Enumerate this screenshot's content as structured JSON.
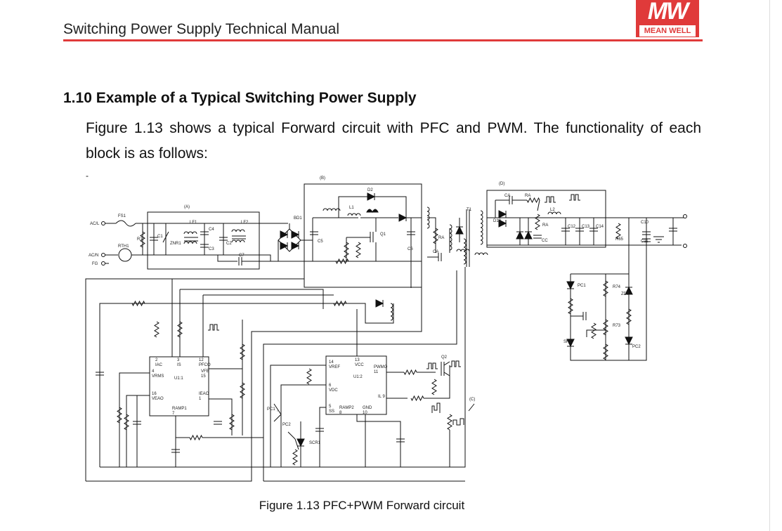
{
  "header": {
    "title": "Switching Power Supply Technical Manual",
    "logo_text": "MW",
    "logo_name": "MEAN WELL",
    "brand_color": "#e03a3a"
  },
  "section": {
    "heading": "1.10 Example of a Typical Switching Power Supply",
    "paragraph": "Figure 1.13 shows a typical Forward circuit with PFC and PWM. The functionality of each block is as follows:",
    "dash": "-"
  },
  "figure": {
    "caption": "Figure 1.13 PFC+PWM Forward circuit",
    "labels": {
      "acl": "AC/L",
      "acn": "AC/N",
      "fg": "FG",
      "fs1": "FS1",
      "rth1": "RTH1",
      "r1": "R1",
      "c1": "C1",
      "znr1": "ZNR1",
      "lf1": "LF1",
      "c4": "C4",
      "c3": "C3",
      "c2": "C2",
      "lf2": "LF2",
      "c7": "C7",
      "bd1": "BD1",
      "c5": "C5",
      "blockA": "(A)",
      "blockB": "(B)",
      "blockC": "(C)",
      "blockD": "(D)",
      "l1": "L1",
      "d2": "D2",
      "q1": "Q1",
      "c6": "C6",
      "ra1": "RA",
      "ca1": "CA",
      "t1": "T1",
      "ca2": "CA",
      "ra2": "RA",
      "d10": "D10",
      "l2": "L2",
      "ra3": "RA",
      "cc": "CC",
      "c12": "C12",
      "c13": "C13",
      "c14": "C14",
      "r65": "R65",
      "c10": "C10",
      "c11": "C11",
      "pc1a": "PC1",
      "r74": "R74",
      "zd7": "ZD7",
      "r73": "R73",
      "sr1": "SR1",
      "pc2a": "PC2",
      "u11": "U1:1",
      "iac": "2\nIAC",
      "is": "3\nIS",
      "pfco": "12\nPFCO",
      "vrms": "4\nVRMS",
      "vfb": "VFB\n15",
      "veao": "16\nVEAO",
      "ieao": "IEAO\n1",
      "ramp1": "RAMP1\n7",
      "u12": "U1:2",
      "vref": "14\nVREF",
      "vcc": "13\nVCC",
      "pwmo": "PWMO\n11",
      "vdc": "6\nVDC",
      "il": "IL 9",
      "ss": "5\nSS",
      "ramp2": "RAMP2\n8",
      "gnd": "GND\n10",
      "pc1b": "PC1",
      "pc2b": "PC2",
      "scr1": "SCR1",
      "q2": "Q2"
    }
  }
}
